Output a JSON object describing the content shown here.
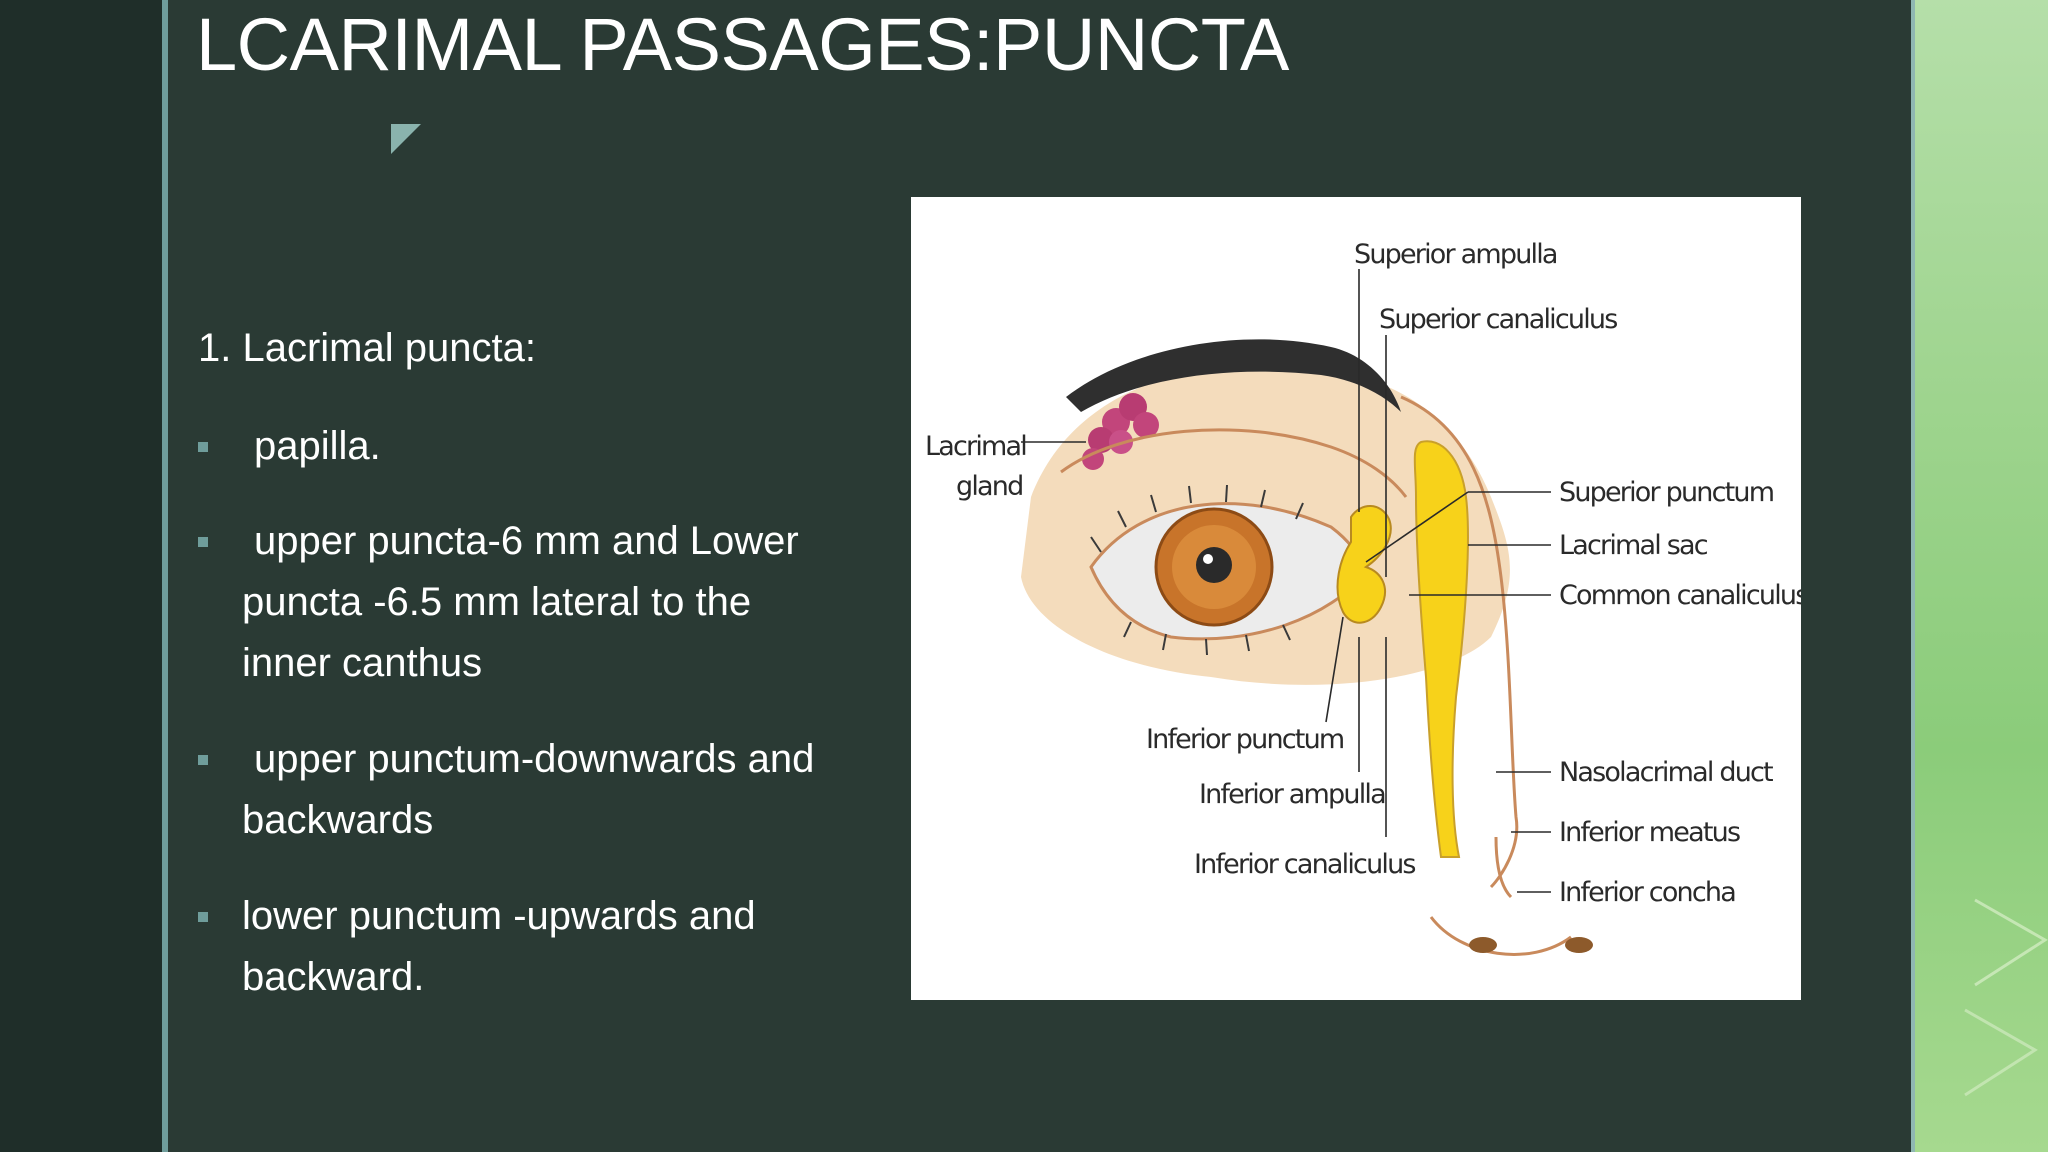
{
  "slide": {
    "title": "LCARIMAL PASSAGES:PUNCTA",
    "subheading": "1. Lacrimal puncta:",
    "bullets": [
      {
        "lines": [
          " papilla."
        ]
      },
      {
        "lines": [
          " upper puncta-6 mm and Lower",
          "puncta -6.5 mm lateral to the",
          "inner canthus"
        ]
      },
      {
        "lines": [
          " upper punctum-downwards and",
          "backwards"
        ]
      },
      {
        "lines": [
          "lower punctum -upwards and",
          "backward."
        ]
      }
    ]
  },
  "figure": {
    "labels": {
      "lacrimal_gland_1": "Lacrimal",
      "lacrimal_gland_2": "gland",
      "superior_ampulla": "Superior ampulla",
      "superior_canaliculus": "Superior canaliculus",
      "superior_punctum": "Superior punctum",
      "lacrimal_sac": "Lacrimal sac",
      "common_canaliculus": "Common canaliculus",
      "inferior_punctum": "Inferior punctum",
      "inferior_ampulla": "Inferior ampulla",
      "inferior_canaliculus": "Inferior canaliculus",
      "nasolacrimal_duct": "Nasolacrimal duct",
      "inferior_meatus": "Inferior meatus",
      "inferior_concha": "Inferior concha"
    }
  },
  "colors": {
    "background": "#2a3a34",
    "accent_rule": "#6f9d9b",
    "text": "#ffffff",
    "drainage_yellow": "#f7d21a",
    "iris": "#c8742a",
    "skin": "#f4dcbc",
    "gland": "#c2457b"
  }
}
